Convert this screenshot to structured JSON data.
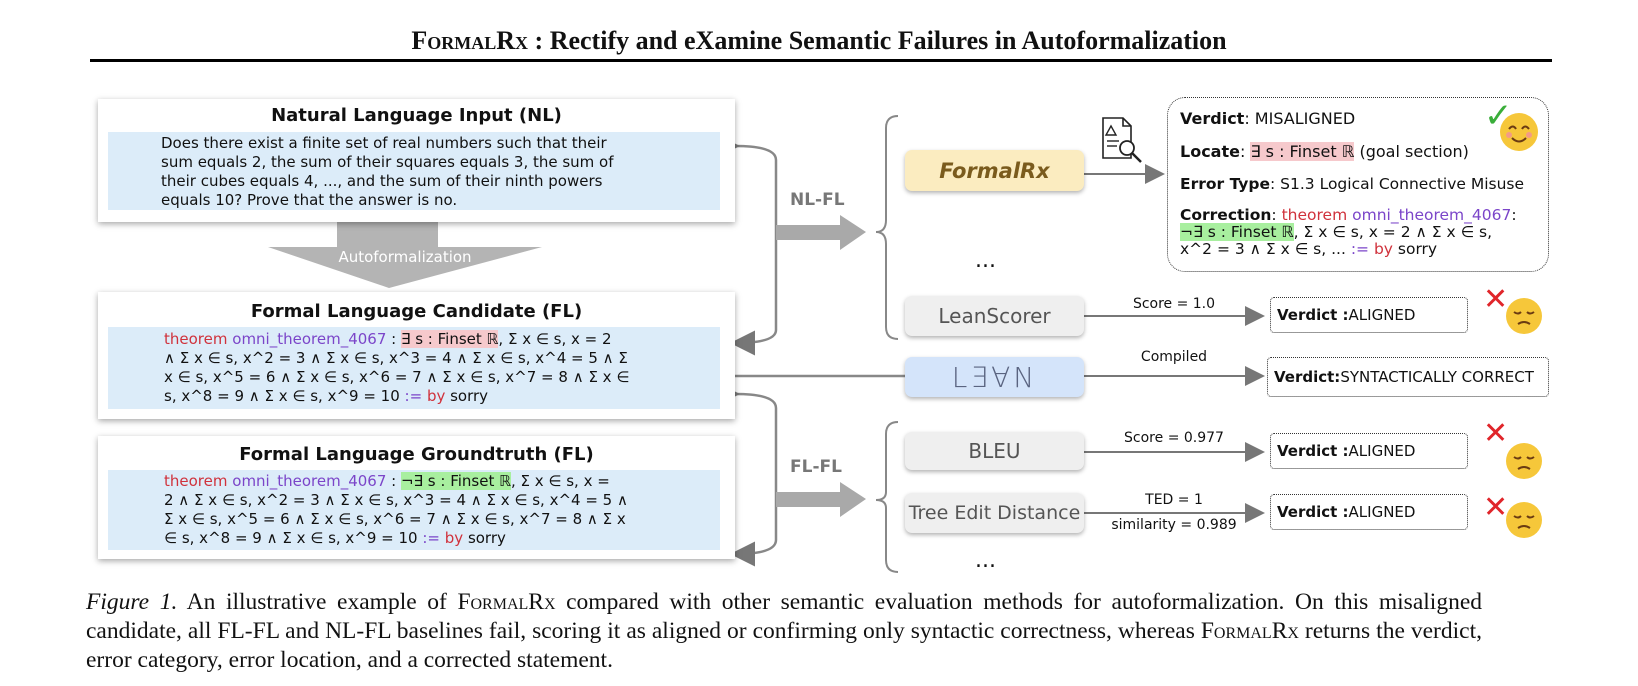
{
  "header": {
    "title_name": "FormalRx",
    "title_rest": " : Rectify and eXamine Semantic Failures in Autoformalization"
  },
  "nl_input": {
    "title": "Natural Language Input (NL)",
    "lines": [
      "Does there exist a finite set of real numbers such that their",
      "sum equals 2, the sum of their squares equals 3, the sum of",
      "their cubes equals 4, ..., and the sum of their ninth powers",
      "equals 10? Prove that the answer is no."
    ]
  },
  "autoformalization_label": "Autoformalization",
  "fl_candidate": {
    "title": "Formal Language Candidate (FL)",
    "kw_theorem": "theorem",
    "name": "omni_theorem_4067",
    "colon": " : ",
    "quantifier": "∃ s : Finset ℝ",
    "line1_rest": ", Σ x ∈ s, x = 2",
    "lines": [
      "∧ Σ x ∈ s, x^2 = 3 ∧ Σ x ∈ s, x^3 = 4 ∧ Σ x ∈ s, x^4 = 5 ∧ Σ",
      "x ∈ s, x^5 = 6 ∧ Σ x ∈ s, x^6 = 7 ∧ Σ x ∈ s, x^7 = 8 ∧ Σ x ∈"
    ],
    "last_line": "s, x^8 = 9 ∧ Σ x ∈ s, x^9 = 10",
    "assign": " := ",
    "kw_by": "by",
    "sorry": " sorry"
  },
  "fl_groundtruth": {
    "title": "Formal Language Groundtruth (FL)",
    "kw_theorem": "theorem",
    "name": "omni_theorem_4067",
    "colon": " : ",
    "quantifier": "¬∃ s : Finset ℝ",
    "line1_rest": ", Σ x ∈ s, x =",
    "lines": [
      "2 ∧ Σ x ∈ s, x^2 = 3 ∧ Σ x ∈ s, x^3 = 4 ∧ Σ x ∈ s, x^4 = 5 ∧",
      "Σ x ∈ s, x^5 = 6 ∧ Σ x ∈ s, x^6 = 7 ∧ Σ x ∈ s, x^7 = 8 ∧ Σ x"
    ],
    "last_line": "∈ s, x^8 = 9 ∧ Σ x ∈ s, x^9 = 10",
    "assign": " := ",
    "kw_by": "by",
    "sorry": " sorry"
  },
  "edges": {
    "nl_fl": "NL-FL",
    "fl_fl": "FL-FL"
  },
  "methods": {
    "formalrx": "FormalRx",
    "ellipsis": "...",
    "leanscorer": "LeanScorer",
    "lean_logo": "L∃∀N",
    "bleu": "BLEU",
    "ted": "Tree Edit Distance"
  },
  "metrics": {
    "leanscorer": "Score = 1.0",
    "lean": "Compiled",
    "bleu": "Score = 0.977",
    "ted_line1": "TED = 1",
    "ted_line2": "similarity = 0.989"
  },
  "formalrx_verdict": {
    "verdict_label": "Verdict",
    "verdict_value": ": MISALIGNED",
    "locate_label": "Locate",
    "locate_colon": ": ",
    "locate_code": "∃ s : Finset ℝ",
    "locate_suffix": " (goal section)",
    "error_label": "Error Type",
    "error_value": ": S1.3 Logical Connective Misuse",
    "correction_label": "Correction",
    "correction_colon": ": ",
    "kw_theorem": "theorem",
    "name": "omni_theorem_4067",
    "after_name": ":",
    "quantifier": "¬∃ s : Finset ℝ",
    "line2_rest": ", Σ x ∈ s, x = 2 ∧ Σ x ∈ s,",
    "line3": "x^2 = 3 ∧ Σ x ∈ s, ... ",
    "assign": ":= ",
    "kw_by": "by",
    "sorry": " sorry"
  },
  "verdicts": {
    "label": "Verdict :",
    "label_lean": "Verdict:",
    "leanscorer": " ALIGNED",
    "lean": " SYNTACTICALLY CORRECT",
    "bleu": " ALIGNED",
    "ted": " ALIGNED"
  },
  "marks": {
    "check": "✓",
    "cross": "✕"
  },
  "colors": {
    "formalrx_pill": "#fbecc0",
    "lean_pill": "#d4e4fa",
    "gray_pill": "#efefef",
    "code_bg": "#dcecf9",
    "keyword": "#d0323c",
    "name": "#7b45c9",
    "cross": "#e0252a",
    "check": "#3aae3a"
  },
  "caption": {
    "fig_label": "Figure 1.",
    "text1": " An illustrative example of ",
    "name": "FormalRx",
    "text2": " compared with other semantic evaluation methods for autoformalization. On this misaligned candidate, all FL-FL and NL-FL baselines fail, scoring it as aligned or confirming only syntactic correctness, whereas ",
    "text3": " returns the verdict, error category, error location, and a corrected statement."
  }
}
